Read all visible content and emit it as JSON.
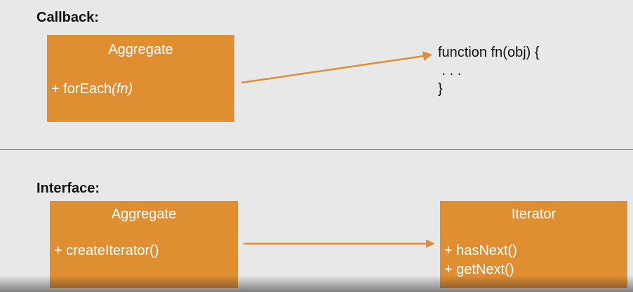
{
  "callback": {
    "title": "Callback:",
    "aggregate": {
      "name": "Aggregate",
      "method_prefix": "+ forEach",
      "method_param": "(fn)"
    },
    "code": {
      "line1": "function fn(obj) {",
      "line2": " . . .",
      "line3": "}"
    }
  },
  "interface": {
    "title": "Interface:",
    "aggregate": {
      "name": "Aggregate",
      "method": "+ createIterator()"
    },
    "iterator": {
      "name": "Iterator",
      "methods": [
        "+ hasNext()",
        "+ getNext()"
      ]
    }
  },
  "colors": {
    "box_fill": "#e08e32",
    "arrow": "#e08e32",
    "background": "#e8e8e8"
  }
}
